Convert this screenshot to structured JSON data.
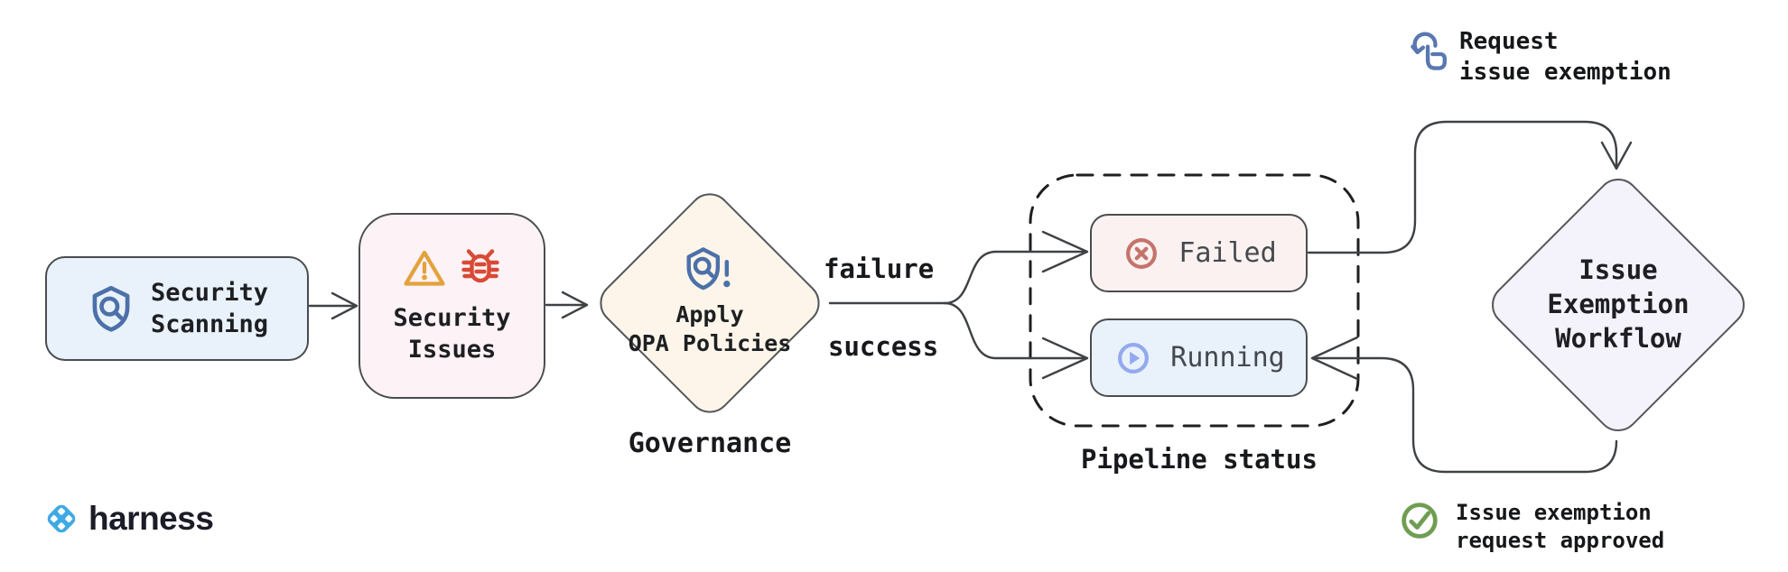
{
  "colors": {
    "background": "#ffffff",
    "connector": "#3f4245",
    "scan_box_fill": "#e9f2fb",
    "issues_box_fill": "#fdf2f5",
    "opa_diamond_fill": "#fdf5e9",
    "failed_box_fill": "#fbf1f0",
    "running_box_fill": "#e9f1fb",
    "exemption_diamond_fill": "#f4f2fb",
    "shield_blue": "#4c70a8",
    "warning_orange": "#e2a23c",
    "bug_red": "#d84a35",
    "failed_icon_red": "#c4736b",
    "running_icon_blue": "#92a9ef",
    "request_icon_blue": "#5878b0",
    "approved_icon_green": "#6f9e53",
    "harness_blue": "#3FA9E4"
  },
  "nodes": {
    "security_scanning": {
      "lines": [
        "Security",
        "Scanning"
      ]
    },
    "security_issues": {
      "lines": [
        "Security",
        "Issues"
      ]
    },
    "apply_opa": {
      "lines": [
        "Apply",
        "OPA Policies"
      ],
      "caption": "Governance"
    },
    "failed": {
      "label": "Failed"
    },
    "running": {
      "label": "Running"
    },
    "pipeline_status": {
      "caption": "Pipeline status"
    },
    "issue_exemption": {
      "lines": [
        "Issue",
        "Exemption",
        "Workflow"
      ]
    }
  },
  "edges": {
    "failure_label": "failure",
    "success_label": "success"
  },
  "annotations": {
    "request": {
      "lines": [
        "Request",
        "issue exemption"
      ]
    },
    "approved": {
      "lines": [
        "Issue exemption",
        "request approved"
      ]
    }
  },
  "branding": {
    "wordmark": "harness"
  }
}
